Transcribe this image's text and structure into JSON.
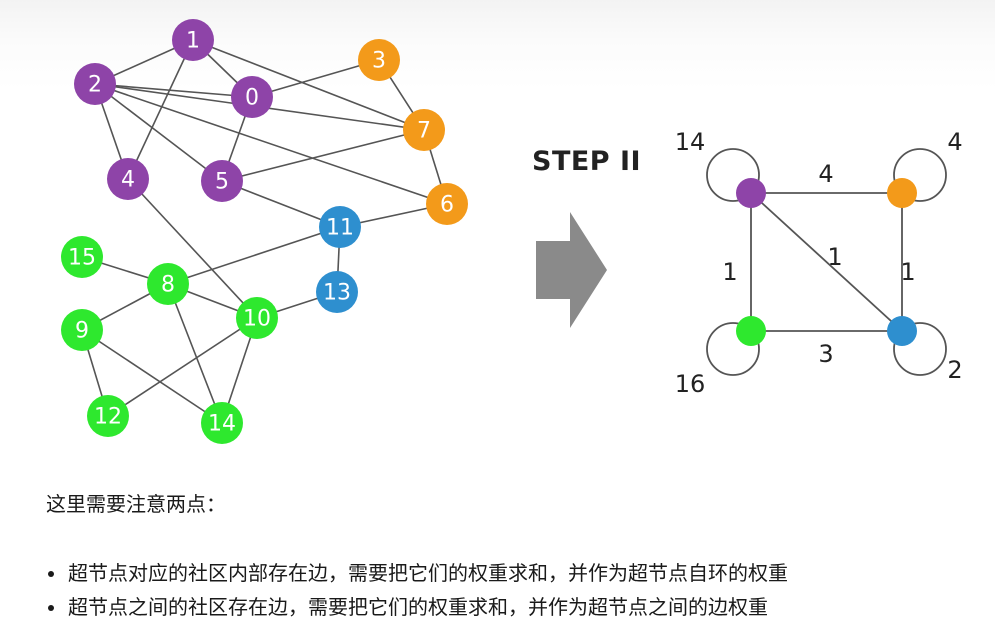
{
  "colors": {
    "purple": "#8e44a8",
    "orange": "#f39a1a",
    "blue": "#2e8fcf",
    "green": "#2ee82e",
    "edge": "#555555",
    "arrow": "#8a8a8a"
  },
  "left_graph": {
    "nodes": [
      {
        "id": "1",
        "label": "1",
        "community": "purple"
      },
      {
        "id": "2",
        "label": "2",
        "community": "purple"
      },
      {
        "id": "0",
        "label": "0",
        "community": "purple"
      },
      {
        "id": "4",
        "label": "4",
        "community": "purple"
      },
      {
        "id": "5",
        "label": "5",
        "community": "purple"
      },
      {
        "id": "3",
        "label": "3",
        "community": "orange"
      },
      {
        "id": "7",
        "label": "7",
        "community": "orange"
      },
      {
        "id": "6",
        "label": "6",
        "community": "orange"
      },
      {
        "id": "11",
        "label": "11",
        "community": "blue"
      },
      {
        "id": "13",
        "label": "13",
        "community": "blue"
      },
      {
        "id": "15",
        "label": "15",
        "community": "green"
      },
      {
        "id": "8",
        "label": "8",
        "community": "green"
      },
      {
        "id": "9",
        "label": "9",
        "community": "green"
      },
      {
        "id": "10",
        "label": "10",
        "community": "green"
      },
      {
        "id": "12",
        "label": "12",
        "community": "green"
      },
      {
        "id": "14",
        "label": "14",
        "community": "green"
      }
    ],
    "edges": [
      [
        "1",
        "2"
      ],
      [
        "1",
        "0"
      ],
      [
        "1",
        "4"
      ],
      [
        "1",
        "7"
      ],
      [
        "2",
        "0"
      ],
      [
        "2",
        "4"
      ],
      [
        "2",
        "5"
      ],
      [
        "2",
        "7"
      ],
      [
        "2",
        "6"
      ],
      [
        "0",
        "5"
      ],
      [
        "0",
        "3"
      ],
      [
        "3",
        "7"
      ],
      [
        "7",
        "6"
      ],
      [
        "7",
        "5"
      ],
      [
        "5",
        "11"
      ],
      [
        "6",
        "11"
      ],
      [
        "4",
        "10"
      ],
      [
        "11",
        "8"
      ],
      [
        "11",
        "13"
      ],
      [
        "13",
        "10"
      ],
      [
        "15",
        "8"
      ],
      [
        "8",
        "9"
      ],
      [
        "8",
        "10"
      ],
      [
        "8",
        "14"
      ],
      [
        "9",
        "12"
      ],
      [
        "9",
        "14"
      ],
      [
        "10",
        "12"
      ],
      [
        "10",
        "14"
      ]
    ]
  },
  "step_label": "STEP II",
  "right_graph": {
    "nodes": [
      {
        "id": "p",
        "community": "purple",
        "self_loop_weight": "14"
      },
      {
        "id": "o",
        "community": "orange",
        "self_loop_weight": "4"
      },
      {
        "id": "g",
        "community": "green",
        "self_loop_weight": "16"
      },
      {
        "id": "b",
        "community": "blue",
        "self_loop_weight": "2"
      }
    ],
    "edges": [
      {
        "from": "p",
        "to": "o",
        "weight": "4"
      },
      {
        "from": "p",
        "to": "g",
        "weight": "1"
      },
      {
        "from": "p",
        "to": "b",
        "weight": "1"
      },
      {
        "from": "o",
        "to": "b",
        "weight": "1"
      },
      {
        "from": "g",
        "to": "b",
        "weight": "3"
      }
    ]
  },
  "text": {
    "heading": "这里需要注意两点：",
    "bullets": [
      "超节点对应的社区内部存在边，需要把它们的权重求和，并作为超节点自环的权重",
      "超节点之间的社区存在边，需要把它们的权重求和，并作为超节点之间的边权重"
    ]
  }
}
